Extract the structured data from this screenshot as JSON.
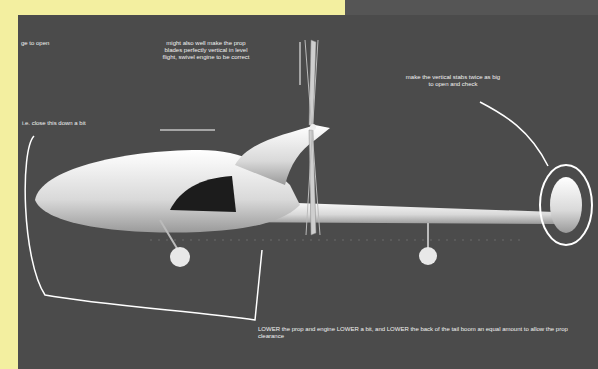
{
  "diagram": {
    "labels": [
      "ge to open",
      "i.e. close this down a bit",
      "might also well make the prop blades perfectly vertical in level flight, swivel engine to be correct",
      "make the vertical stabs twice as big to open and check",
      "LOWER the prop and engine LOWER a bit, and LOWER the back of the tail boom an equal amount to allow the prop clearance"
    ]
  }
}
